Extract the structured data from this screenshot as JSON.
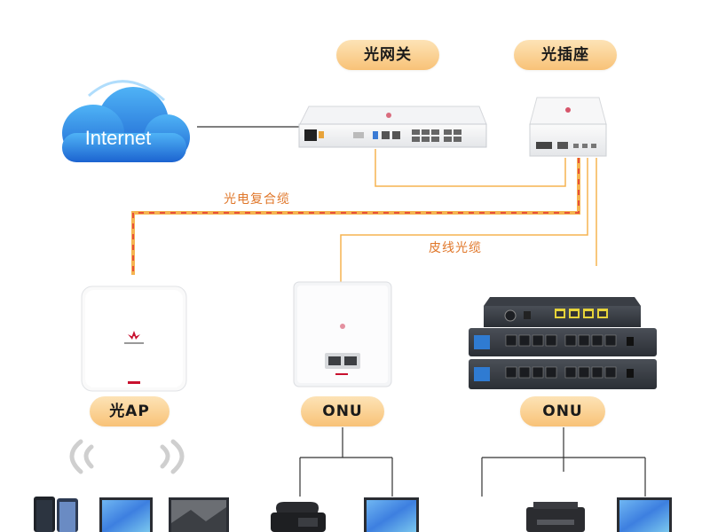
{
  "labels": {
    "optical_gateway": "光网关",
    "optical_socket": "光插座",
    "internet": "Internet",
    "hybrid_cable": "光电复合缆",
    "drop_cable": "皮线光缆",
    "optical_ap": "光AP",
    "onu_left": "ONU",
    "onu_right": "ONU"
  },
  "colors": {
    "pill_fill_top": "#fde3b6",
    "pill_fill_bottom": "#f8c277",
    "cable_orange": "#f5b450",
    "cable_red_dash": "#e8503a",
    "cloud_dark": "#1e6bd6",
    "cloud_light": "#3fa6f2"
  },
  "icons": [
    "cloud-icon",
    "optical-gateway-device",
    "optical-socket-device",
    "optical-ap-device",
    "onu-panel-device",
    "switch-stack-device",
    "wifi-signal-icon",
    "smartphone-icon",
    "monitor-icon",
    "desk-phone-icon",
    "printer-icon"
  ]
}
